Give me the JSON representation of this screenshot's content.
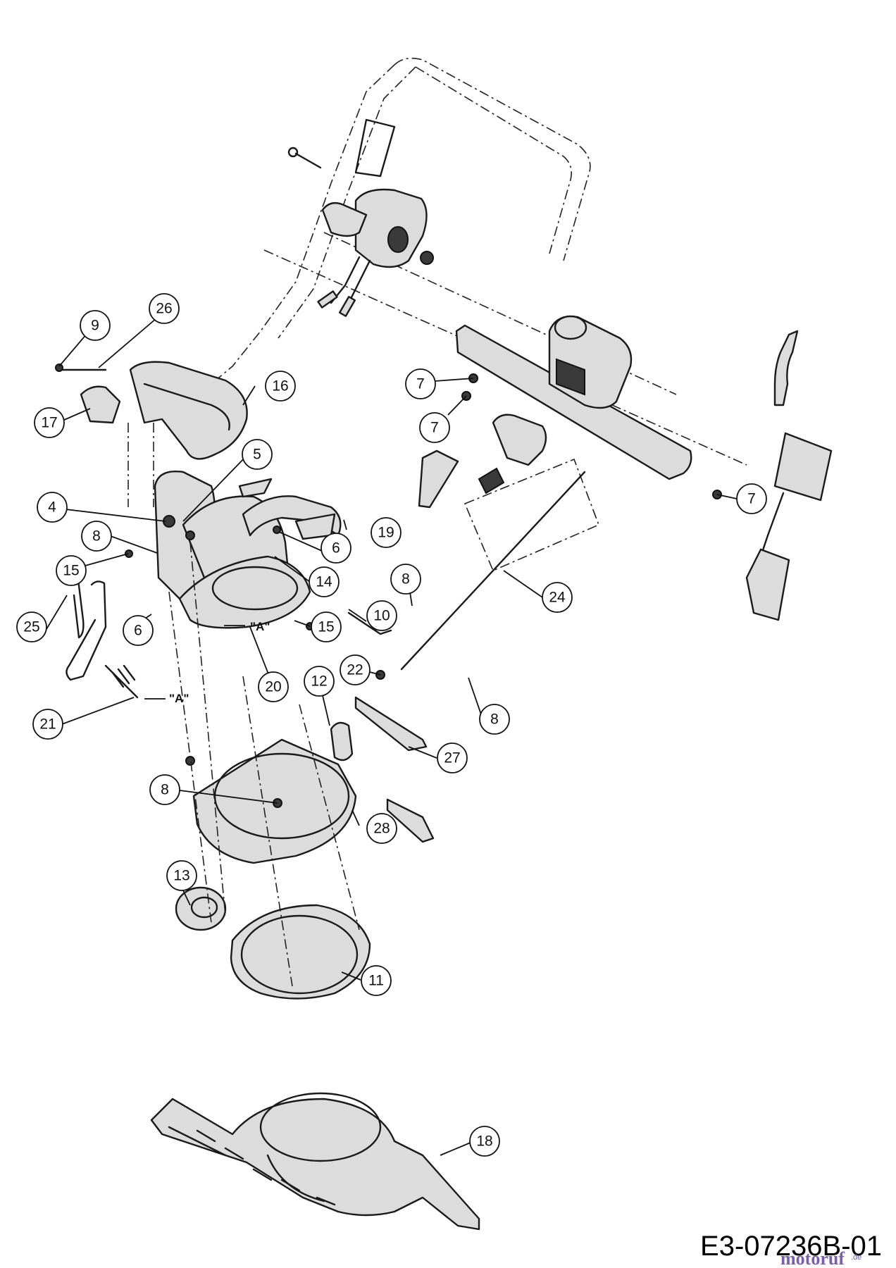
{
  "diagram": {
    "drawing_code": "E3-07236B-01",
    "watermark": "motoruf",
    "watermark_tld": ".de",
    "reference_mark": "\"A\"",
    "callouts": [
      {
        "id": "c9",
        "label": "9"
      },
      {
        "id": "c26",
        "label": "26"
      },
      {
        "id": "c17",
        "label": "17"
      },
      {
        "id": "c16",
        "label": "16"
      },
      {
        "id": "c5",
        "label": "5"
      },
      {
        "id": "c4",
        "label": "4"
      },
      {
        "id": "c8a",
        "label": "8"
      },
      {
        "id": "c15a",
        "label": "15"
      },
      {
        "id": "c19",
        "label": "19"
      },
      {
        "id": "c6a",
        "label": "6"
      },
      {
        "id": "c14",
        "label": "14"
      },
      {
        "id": "c25",
        "label": "25"
      },
      {
        "id": "c6b",
        "label": "6"
      },
      {
        "id": "c15b",
        "label": "15"
      },
      {
        "id": "c10",
        "label": "10"
      },
      {
        "id": "c8b",
        "label": "8"
      },
      {
        "id": "c20",
        "label": "20"
      },
      {
        "id": "c22",
        "label": "22"
      },
      {
        "id": "c12",
        "label": "12"
      },
      {
        "id": "c21",
        "label": "21"
      },
      {
        "id": "c8c",
        "label": "8"
      },
      {
        "id": "c27",
        "label": "27"
      },
      {
        "id": "c8d",
        "label": "8"
      },
      {
        "id": "c28",
        "label": "28"
      },
      {
        "id": "c13",
        "label": "13"
      },
      {
        "id": "c11",
        "label": "11"
      },
      {
        "id": "c18",
        "label": "18"
      },
      {
        "id": "c7a",
        "label": "7"
      },
      {
        "id": "c7b",
        "label": "7"
      },
      {
        "id": "c7c",
        "label": "7"
      },
      {
        "id": "c24",
        "label": "24"
      }
    ]
  }
}
